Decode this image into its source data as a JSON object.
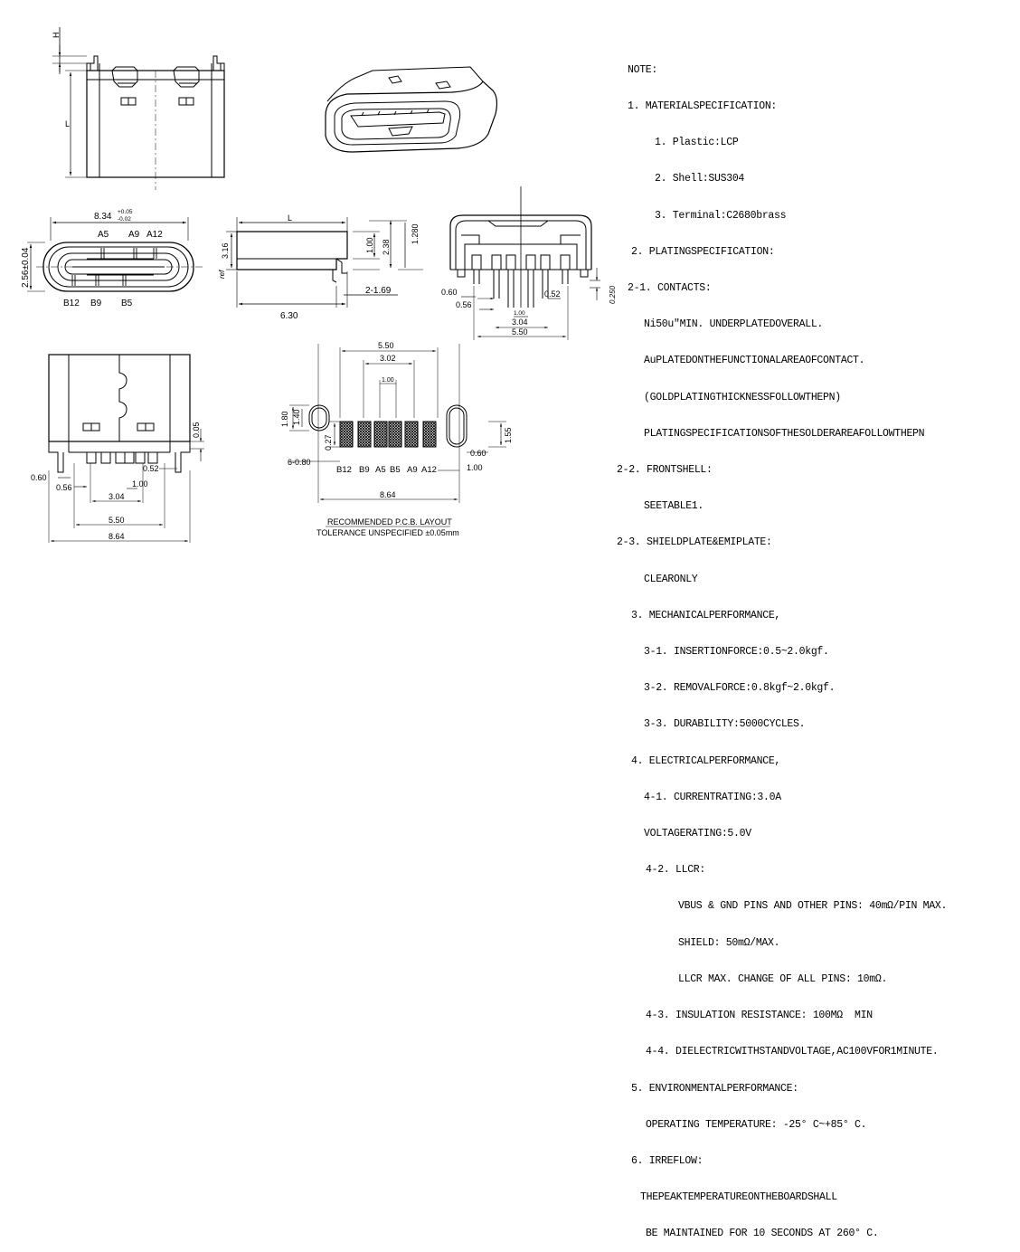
{
  "notes": {
    "heading": "NOTE:",
    "lines": [
      {
        "text": "1. MATERIALSPECIFICATION:"
      },
      {
        "text": "1. Plastic:LCP"
      },
      {
        "text": "2. Shell:SUS304"
      },
      {
        "text": "3. Terminal:C2680brass"
      },
      {
        "text": "2. PLATINGSPECIFICATION:"
      },
      {
        "text": "2-1. CONTACTS:"
      },
      {
        "text": "Ni50u\"MIN. UNDERPLATEDOVERALL."
      },
      {
        "text": "AuPLATEDONTHEFUNCTIONALAREAOFCONTACT."
      },
      {
        "text": "(GOLDPLATINGTHICKNESSFOLLOWTHEPN)"
      },
      {
        "text": "PLATINGSPECIFICATIONSOFTHESOLDERAREAFOLLOWTHEPN"
      },
      {
        "text": "2-2. FRONTSHELL:"
      },
      {
        "text": "SEETABLE1."
      },
      {
        "text": "2-3. SHIELDPLATE&EMIPLATE:"
      },
      {
        "text": "CLEARONLY"
      },
      {
        "text": "3. MECHANICALPERFORMANCE,"
      },
      {
        "text": "3-1. INSERTIONFORCE:0.5~2.0kgf."
      },
      {
        "text": "3-2. REMOVALFORCE:0.8kgf~2.0kgf."
      },
      {
        "text": "3-3. DURABILITY:5000CYCLES."
      },
      {
        "text": "4. ELECTRICALPERFORMANCE,"
      },
      {
        "text": "4-1. CURRENTRATING:3.0A"
      },
      {
        "text": "VOLTAGERATING:5.0V"
      },
      {
        "text": "4-2. LLCR:"
      },
      {
        "text": "VBUS & GND PINS AND OTHER PINS: 40mΩ/PIN MAX."
      },
      {
        "text": "SHIELD: 50mΩ/MAX."
      },
      {
        "text": "LLCR MAX. CHANGE OF ALL PINS: 10mΩ."
      },
      {
        "text": "4-3. INSULATION RESISTANCE: 100MΩ  MIN"
      },
      {
        "text": "4-4. DIELECTRICWITHSTANDVOLTAGE,AC100VFOR1MINUTE."
      },
      {
        "text": "5. ENVIRONMENTALPERFORMANCE:"
      },
      {
        "text": "OPERATING TEMPERATURE: -25° C~+85° C."
      },
      {
        "text": "6. IRREFLOW:"
      },
      {
        "text": "THEPEAKTEMPERATUREONTHEBOARDSHALL"
      },
      {
        "text": "BE MAINTAINED FOR 10 SECONDS AT 260° C."
      }
    ]
  },
  "front_view": {
    "width_dim": "8.34",
    "width_tol_upper": "+0.05",
    "width_tol_lower": "-0.02",
    "height_dim": "2.56±0.04",
    "pins_top": [
      "A5",
      "A9",
      "A12"
    ],
    "pins_bottom": [
      "B12",
      "B9",
      "B5"
    ]
  },
  "side_view": {
    "length_dim": "L",
    "d_6_30": "6.30",
    "d_3_16": "3.16",
    "d_ref": "ref",
    "d_1_00": "1.00",
    "d_2_38": "2.38",
    "d_1_280": "1.280",
    "d_2_1_69": "2-1.69"
  },
  "top_view": {
    "h_label": "H",
    "l_label": "L"
  },
  "rear_view": {
    "d_0_60": "0.60",
    "d_0_56": "0.56",
    "d_1_00": "1.00",
    "d_3_04": "3.04",
    "d_5_50": "5.50",
    "d_0_52": "0.52",
    "d_0_250": "0.250"
  },
  "bottom_view": {
    "d_0_05": "0.05",
    "d_0_60": "0.60",
    "d_0_56": "0.56",
    "d_0_52": "0.52",
    "d_1_00": "1.00",
    "d_3_04": "3.04",
    "d_5_50": "5.50",
    "d_8_64": "8.64"
  },
  "pcb_layout": {
    "d_5_50": "5.50",
    "d_3_02": "3.02",
    "d_1_00": "1.00",
    "d_1_80": "1.80",
    "d_1_40": "1.40",
    "d_0_27": "0.27",
    "d_6_0_80": "6-0.80",
    "d_1_55": "1.55",
    "d_0_60": "0.60",
    "d_1_00b": "1.00",
    "d_8_64": "8.64",
    "pin_labels": [
      "B12",
      "B9",
      "A5",
      "B5",
      "A9",
      "A12"
    ],
    "title": "RECOMMENDED  P.C.B.  LAYOUT",
    "tolerance": "TOLERANCE  UNSPECIFIED  ±0.05mm"
  }
}
